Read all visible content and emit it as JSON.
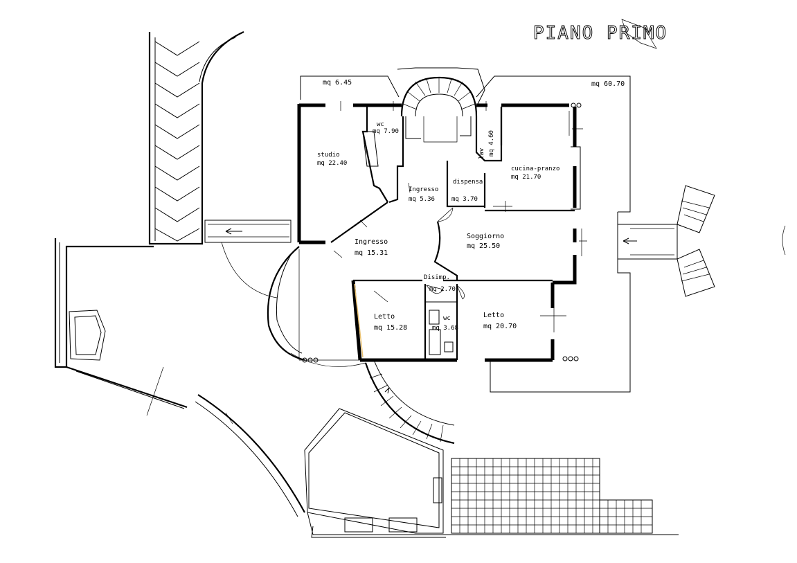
{
  "title": "PIANO PRIMO",
  "areas": {
    "studio_name": "studio",
    "studio_area": "mq 22.40",
    "wc_name": "wc",
    "wc_area": "mq 7.90",
    "terrace_left": "mq 6.45",
    "terrace_right": "mq 60.70",
    "lav_name": "lav",
    "lav_area": "mq 4.60",
    "cucina_name": "cucina-pranzo",
    "cucina_area": "mq 21.70",
    "ingresso_small_name": "Ingresso",
    "ingresso_small_area": "mq 5.36",
    "dispensa_name": "dispensa",
    "dispensa_area": "mq 3.70",
    "ingresso_name": "Ingresso",
    "ingresso_area": "mq 15.31",
    "soggiorno_name": "Soggiorno",
    "soggiorno_area": "mq 25.50",
    "disimp_name": "Disimp.",
    "disimp_area": "mq 2.70",
    "letto1_name": "Letto",
    "letto1_area": "mq 15.28",
    "wc2_name": "wc",
    "wc2_area": "mq 3.68",
    "letto2_name": "Letto",
    "letto2_area": "mq 20.70"
  }
}
